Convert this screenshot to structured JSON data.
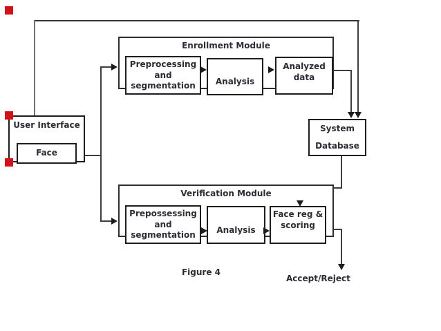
{
  "modules": {
    "enrollment": {
      "title": "Enrollment Module",
      "step1": "Preprocessing\nand\nsegmentation",
      "step2": "Analysis",
      "step3": "Analyzed\ndata"
    },
    "verification": {
      "title": "Verification Module",
      "step1": "Prepossessing\nand\nsegmentation",
      "step2": "Analysis",
      "step3": "Face reg &\nscoring"
    }
  },
  "nodes": {
    "user_interface": "User Interface",
    "face": "Face",
    "system_database_line1": "System",
    "system_database_line2": "Database"
  },
  "labels": {
    "figure_caption": "Figure 4",
    "accept_reject": "Accept/Reject"
  },
  "colors": {
    "line": "#3d3d3d",
    "box_border": "#1d1d1d",
    "text": "#2c2c34",
    "accent_red": "#d2111b",
    "background": "#ffffff"
  }
}
